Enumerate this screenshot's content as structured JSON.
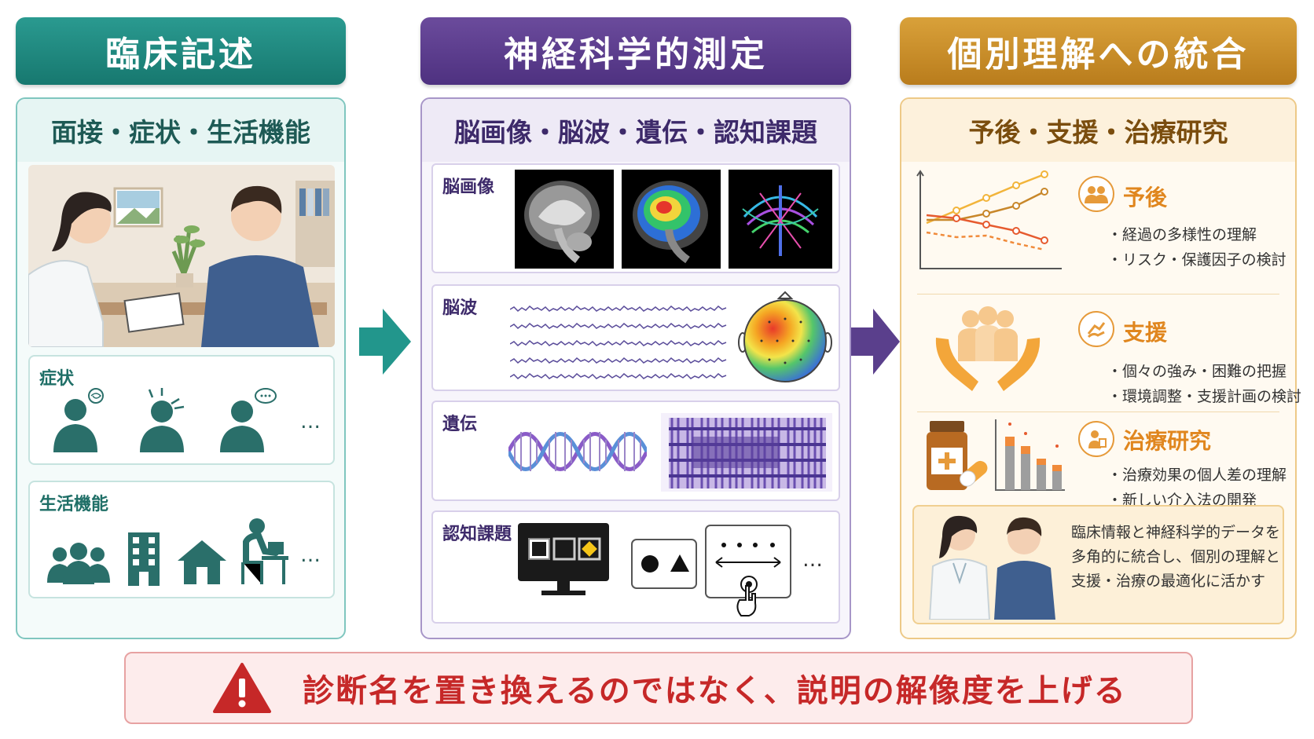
{
  "columns": {
    "clinical": {
      "title": "臨床記述",
      "subtitle": "面接・症状・生活機能",
      "symptoms_label": "症状",
      "function_label": "生活機能",
      "ellipsis": "…"
    },
    "neuro": {
      "title": "神経科学的測定",
      "subtitle": "脳画像・脳波・遺伝・認知課題",
      "rows": [
        "脳画像",
        "脳波",
        "遺伝",
        "認知課題"
      ],
      "ellipsis": "…"
    },
    "integration": {
      "title": "個別理解への統合",
      "subtitle": "予後・支援・治療研究",
      "items": [
        {
          "title": "予後",
          "bullets": [
            "・経過の多様性の理解",
            "・リスク・保護因子の検討"
          ]
        },
        {
          "title": "支援",
          "bullets": [
            "・個々の強み・困難の把握",
            "・環境調整・支援計画の検討"
          ]
        },
        {
          "title": "治療研究",
          "bullets": [
            "・治療効果の個人差の理解",
            "・新しい介入法の開発"
          ]
        }
      ],
      "summary_lines": [
        "臨床情報と神経科学的データを",
        "多角的に統合し、個別の理解と",
        "支援・治療の最適化に活かす"
      ]
    }
  },
  "bottom_message": "診断名を置き換えるのではなく、説明の解像度を上げる",
  "colors": {
    "teal": "#17786f",
    "purple": "#4e3180",
    "gold": "#b97c1c",
    "accent_orange": "#e0861e",
    "warning_red": "#c62828"
  },
  "icons": [
    "person-confused-icon",
    "person-headache-icon",
    "person-thinking-icon",
    "people-group-icon",
    "building-icon",
    "house-icon",
    "person-at-desk-icon",
    "people-icon",
    "support-hands-icon",
    "medicine-icon",
    "warning-icon"
  ]
}
